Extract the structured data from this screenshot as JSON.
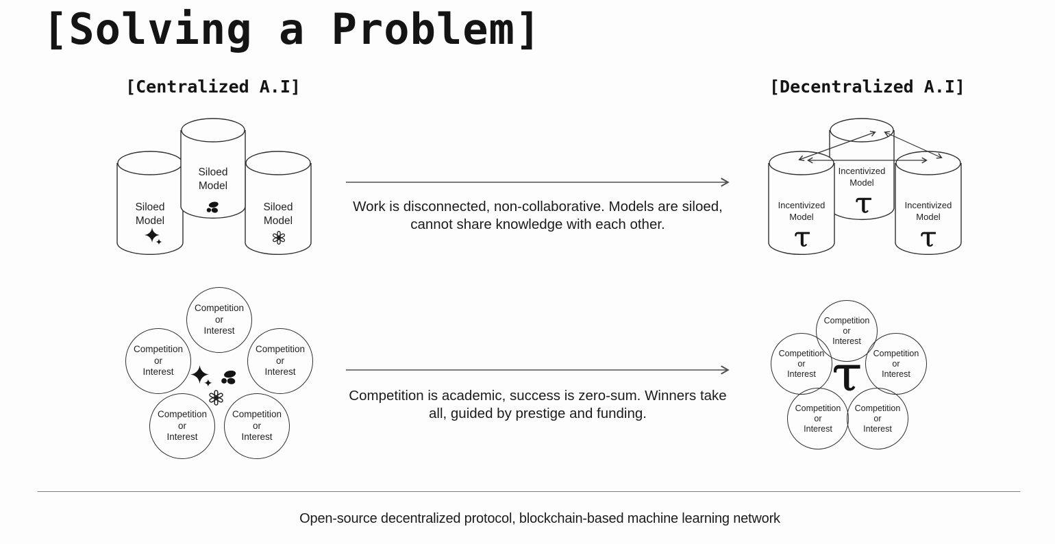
{
  "page": {
    "title": "[Solving a Problem]",
    "footer": "Open-source decentralized protocol, blockchain-based machine learning network",
    "background": "#fdfdfd"
  },
  "columns": {
    "centralized": {
      "label": "[Centralized A.I]"
    },
    "decentralized": {
      "label": "[Decentralized A.I]"
    }
  },
  "centralized": {
    "cylinders": [
      {
        "label": "Siloed\nModel",
        "icon": "gemini-sparkle-icon"
      },
      {
        "label": "Siloed\nModel",
        "icon": "cohere-blobs-icon"
      },
      {
        "label": "Siloed\nModel",
        "icon": "openai-icon"
      }
    ],
    "pentagon": {
      "circle_label": "Competition\nor\nInterest",
      "center_icons": [
        "gemini-sparkle-icon",
        "cohere-blobs-icon",
        "openai-icon"
      ]
    }
  },
  "decentralized": {
    "cylinders": [
      {
        "label": "Incentivized\nModel",
        "icon": "tau-icon"
      },
      {
        "label": "Incentivized\nModel",
        "icon": "tau-icon"
      },
      {
        "label": "Incentivized\nModel",
        "icon": "tau-icon"
      }
    ],
    "pentagon": {
      "circle_label": "Competition\nor\nInterest",
      "center_icon": "tau-icon"
    }
  },
  "rows": [
    {
      "description": "Work is disconnected, non-collaborative. Models are siloed,\ncannot share knowledge with each other."
    },
    {
      "description": "Competition is academic, success is zero-sum. Winners take\nall, guided by prestige and funding."
    }
  ],
  "icons": {
    "gemini-sparkle-icon": "four-point sparkle ✦",
    "cohere-blobs-icon": "three-blob cluster ●",
    "openai-icon": "six-petal knot ❋",
    "tau-icon": "bittensor tau τ"
  },
  "colors": {
    "ink": "#1c1c1c",
    "line": "#2e2e2e",
    "arrow": "#4f4f4f",
    "divider": "#7d7d7d"
  }
}
